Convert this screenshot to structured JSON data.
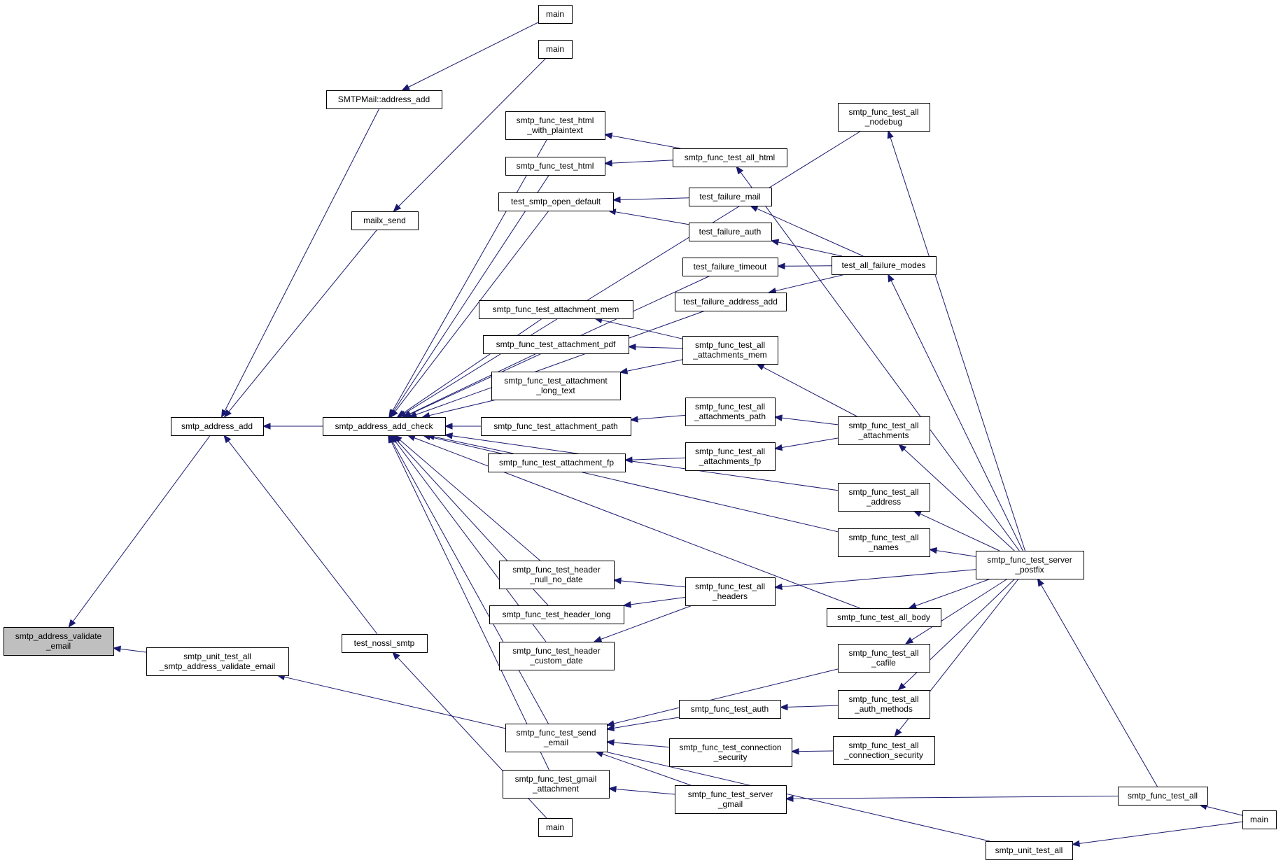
{
  "colors": {
    "edge": "#191970",
    "root_fill": "#bfbfbf",
    "node_fill": "#ffffff",
    "node_border": "#000000"
  },
  "nodes": [
    {
      "id": "validate_email",
      "lines": [
        "smtp_address_validate",
        "_email"
      ],
      "root": true
    },
    {
      "id": "address_add",
      "lines": [
        "smtp_address_add"
      ]
    },
    {
      "id": "unit_validate",
      "lines": [
        "smtp_unit_test_all",
        "_smtp_address_validate_email"
      ]
    },
    {
      "id": "smtpmail_add",
      "lines": [
        "SMTPMail::address_add"
      ]
    },
    {
      "id": "mailx_send",
      "lines": [
        "mailx_send"
      ]
    },
    {
      "id": "add_check",
      "lines": [
        "smtp_address_add_check"
      ]
    },
    {
      "id": "test_nossl",
      "lines": [
        "test_nossl_smtp"
      ]
    },
    {
      "id": "main1",
      "lines": [
        "main"
      ]
    },
    {
      "id": "main2",
      "lines": [
        "main"
      ]
    },
    {
      "id": "html_plain",
      "lines": [
        "smtp_func_test_html",
        "_with_plaintext"
      ]
    },
    {
      "id": "html",
      "lines": [
        "smtp_func_test_html"
      ]
    },
    {
      "id": "open_default",
      "lines": [
        "test_smtp_open_default"
      ]
    },
    {
      "id": "att_mem",
      "lines": [
        "smtp_func_test_attachment_mem"
      ]
    },
    {
      "id": "att_pdf",
      "lines": [
        "smtp_func_test_attachment_pdf"
      ]
    },
    {
      "id": "att_long",
      "lines": [
        "smtp_func_test_attachment",
        "_long_text"
      ]
    },
    {
      "id": "att_path",
      "lines": [
        "smtp_func_test_attachment_path"
      ]
    },
    {
      "id": "att_fp",
      "lines": [
        "smtp_func_test_attachment_fp"
      ]
    },
    {
      "id": "hdr_null",
      "lines": [
        "smtp_func_test_header",
        "_null_no_date"
      ]
    },
    {
      "id": "hdr_long",
      "lines": [
        "smtp_func_test_header_long"
      ]
    },
    {
      "id": "hdr_custom",
      "lines": [
        "smtp_func_test_header",
        "_custom_date"
      ]
    },
    {
      "id": "send_email",
      "lines": [
        "smtp_func_test_send",
        "_email"
      ]
    },
    {
      "id": "gmail_att",
      "lines": [
        "smtp_func_test_gmail",
        "_attachment"
      ]
    },
    {
      "id": "main3",
      "lines": [
        "main"
      ]
    },
    {
      "id": "all_html",
      "lines": [
        "smtp_func_test_all_html"
      ]
    },
    {
      "id": "fail_mail",
      "lines": [
        "test_failure_mail"
      ]
    },
    {
      "id": "fail_auth",
      "lines": [
        "test_failure_auth"
      ]
    },
    {
      "id": "fail_timeout",
      "lines": [
        "test_failure_timeout"
      ]
    },
    {
      "id": "fail_addr",
      "lines": [
        "test_failure_address_add"
      ]
    },
    {
      "id": "all_att_mem",
      "lines": [
        "smtp_func_test_all",
        "_attachments_mem"
      ]
    },
    {
      "id": "all_att_path",
      "lines": [
        "smtp_func_test_all",
        "_attachments_path"
      ]
    },
    {
      "id": "all_att_fp",
      "lines": [
        "smtp_func_test_all",
        "_attachments_fp"
      ]
    },
    {
      "id": "all_headers",
      "lines": [
        "smtp_func_test_all",
        "_headers"
      ]
    },
    {
      "id": "auth",
      "lines": [
        "smtp_func_test_auth"
      ]
    },
    {
      "id": "conn_sec",
      "lines": [
        "smtp_func_test_connection",
        "_security"
      ]
    },
    {
      "id": "server_gmail",
      "lines": [
        "smtp_func_test_server",
        "_gmail"
      ]
    },
    {
      "id": "all_nodebug",
      "lines": [
        "smtp_func_test_all",
        "_nodebug"
      ]
    },
    {
      "id": "all_failure",
      "lines": [
        "test_all_failure_modes"
      ]
    },
    {
      "id": "all_attachments",
      "lines": [
        "smtp_func_test_all",
        "_attachments"
      ]
    },
    {
      "id": "all_address",
      "lines": [
        "smtp_func_test_all",
        "_address"
      ]
    },
    {
      "id": "all_names",
      "lines": [
        "smtp_func_test_all",
        "_names"
      ]
    },
    {
      "id": "all_body",
      "lines": [
        "smtp_func_test_all_body"
      ]
    },
    {
      "id": "all_cafile",
      "lines": [
        "smtp_func_test_all",
        "_cafile"
      ]
    },
    {
      "id": "all_auth_methods",
      "lines": [
        "smtp_func_test_all",
        "_auth_methods"
      ]
    },
    {
      "id": "all_conn_sec",
      "lines": [
        "smtp_func_test_all",
        "_connection_security"
      ]
    },
    {
      "id": "server_postfix",
      "lines": [
        "smtp_func_test_server",
        "_postfix"
      ]
    },
    {
      "id": "func_all",
      "lines": [
        "smtp_func_test_all"
      ]
    },
    {
      "id": "unit_all",
      "lines": [
        "smtp_unit_test_all"
      ]
    },
    {
      "id": "main4",
      "lines": [
        "main"
      ]
    }
  ],
  "edges": [
    [
      "address_add",
      "validate_email"
    ],
    [
      "unit_validate",
      "validate_email"
    ],
    [
      "smtpmail_add",
      "address_add"
    ],
    [
      "mailx_send",
      "address_add"
    ],
    [
      "add_check",
      "address_add"
    ],
    [
      "test_nossl",
      "address_add"
    ],
    [
      "main1",
      "smtpmail_add"
    ],
    [
      "main2",
      "mailx_send"
    ],
    [
      "unit_all",
      "unit_validate"
    ],
    [
      "main3",
      "test_nossl"
    ],
    [
      "html_plain",
      "add_check"
    ],
    [
      "html",
      "add_check"
    ],
    [
      "open_default",
      "add_check"
    ],
    [
      "att_mem",
      "add_check"
    ],
    [
      "att_pdf",
      "add_check"
    ],
    [
      "att_long",
      "add_check"
    ],
    [
      "att_path",
      "add_check"
    ],
    [
      "att_fp",
      "add_check"
    ],
    [
      "hdr_null",
      "add_check"
    ],
    [
      "hdr_long",
      "add_check"
    ],
    [
      "hdr_custom",
      "add_check"
    ],
    [
      "send_email",
      "add_check"
    ],
    [
      "gmail_att",
      "add_check"
    ],
    [
      "all_nodebug",
      "add_check"
    ],
    [
      "fail_timeout",
      "add_check"
    ],
    [
      "fail_addr",
      "add_check"
    ],
    [
      "all_address",
      "add_check"
    ],
    [
      "all_names",
      "add_check"
    ],
    [
      "all_body",
      "add_check"
    ],
    [
      "all_html",
      "html_plain"
    ],
    [
      "all_html",
      "html"
    ],
    [
      "fail_mail",
      "open_default"
    ],
    [
      "fail_auth",
      "open_default"
    ],
    [
      "all_att_mem",
      "att_mem"
    ],
    [
      "all_att_mem",
      "att_pdf"
    ],
    [
      "all_att_mem",
      "att_long"
    ],
    [
      "all_att_path",
      "att_path"
    ],
    [
      "all_att_fp",
      "att_fp"
    ],
    [
      "all_headers",
      "hdr_null"
    ],
    [
      "all_headers",
      "hdr_long"
    ],
    [
      "all_headers",
      "hdr_custom"
    ],
    [
      "auth",
      "send_email"
    ],
    [
      "conn_sec",
      "send_email"
    ],
    [
      "server_gmail",
      "send_email"
    ],
    [
      "all_cafile",
      "send_email"
    ],
    [
      "server_gmail",
      "gmail_att"
    ],
    [
      "all_failure",
      "fail_mail"
    ],
    [
      "all_failure",
      "fail_auth"
    ],
    [
      "all_failure",
      "fail_timeout"
    ],
    [
      "all_failure",
      "fail_addr"
    ],
    [
      "all_attachments",
      "all_att_mem"
    ],
    [
      "all_attachments",
      "all_att_path"
    ],
    [
      "all_attachments",
      "all_att_fp"
    ],
    [
      "server_postfix",
      "all_headers"
    ],
    [
      "all_auth_methods",
      "auth"
    ],
    [
      "all_conn_sec",
      "conn_sec"
    ],
    [
      "func_all",
      "server_gmail"
    ],
    [
      "server_postfix",
      "all_html"
    ],
    [
      "server_postfix",
      "all_nodebug"
    ],
    [
      "server_postfix",
      "all_failure"
    ],
    [
      "server_postfix",
      "all_attachments"
    ],
    [
      "server_postfix",
      "all_address"
    ],
    [
      "server_postfix",
      "all_names"
    ],
    [
      "server_postfix",
      "all_body"
    ],
    [
      "server_postfix",
      "all_cafile"
    ],
    [
      "server_postfix",
      "all_auth_methods"
    ],
    [
      "server_postfix",
      "all_conn_sec"
    ],
    [
      "func_all",
      "server_postfix"
    ],
    [
      "main4",
      "func_all"
    ],
    [
      "main4",
      "unit_all"
    ]
  ]
}
